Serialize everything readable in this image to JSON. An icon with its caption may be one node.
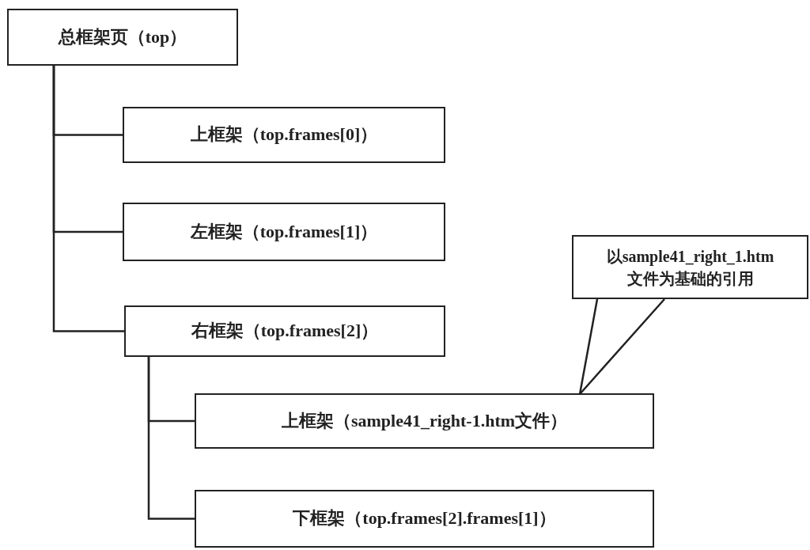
{
  "diagram": {
    "nodes": [
      {
        "text": [
          "总框架页（top）"
        ]
      },
      {
        "text": [
          "上框架（top.frames[0]）"
        ]
      },
      {
        "text": [
          "左框架（top.frames[1]）"
        ]
      },
      {
        "text": [
          "右框架（top.frames[2]）"
        ]
      },
      {
        "text": [
          "上框架（sample41_right-1.htm文件）"
        ]
      },
      {
        "text": [
          "下框架（top.frames[2].frames[1]）"
        ]
      },
      {
        "text": [
          "以sample41_right_1.htm 文件为基础的引用"
        ]
      }
    ],
    "edges": [
      {
        "from": 0,
        "to": 1,
        "arrow": "none"
      },
      {
        "from": 0,
        "to": 2,
        "arrow": "none"
      },
      {
        "from": 0,
        "to": 3,
        "arrow": "none"
      },
      {
        "from": 3,
        "to": 4,
        "arrow": "none"
      },
      {
        "from": 3,
        "to": 5,
        "arrow": "none"
      },
      {
        "from": 6,
        "to": 4,
        "arrow": "none"
      }
    ]
  }
}
